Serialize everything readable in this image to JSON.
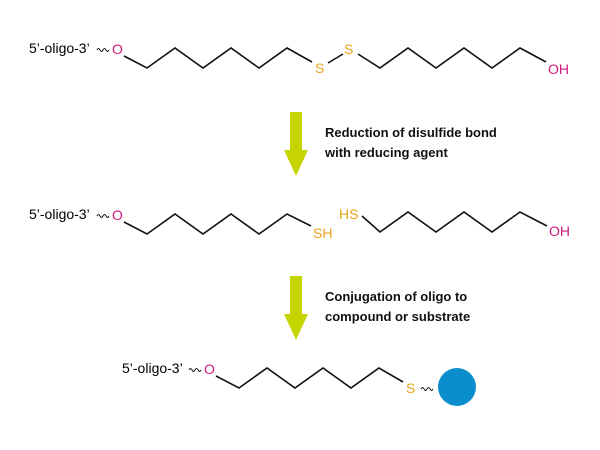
{
  "colors": {
    "oxygen": "#d0177a",
    "sulfur": "#e8a317",
    "bond": "#111111",
    "arrow": "#c6d400",
    "substrate": "#0a8fcc",
    "text": "#111111"
  },
  "rows": {
    "top": {
      "oligo": "5’-oligo-3’",
      "o": "O",
      "s1": "S",
      "s2": "S",
      "oh": "OH"
    },
    "middle": {
      "oligo": "5’-oligo-3’",
      "o": "O",
      "sh_left": "SH",
      "hs_right": "HS",
      "oh": "OH"
    },
    "bottom": {
      "oligo": "5’-oligo-3’",
      "o": "O",
      "s": "S"
    }
  },
  "steps": [
    {
      "line1": "Reduction of disulfide bond",
      "line2": "with reducing agent"
    },
    {
      "line1": "Conjugation of oligo to",
      "line2": "compound or substrate"
    }
  ]
}
